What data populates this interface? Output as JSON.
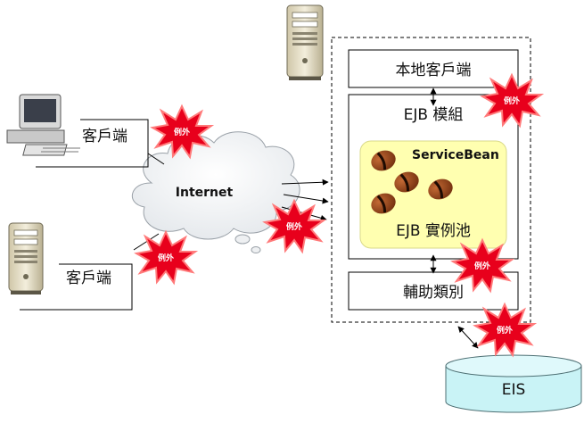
{
  "labels": {
    "local_client": "本地客戶端",
    "ejb_module": "EJB 模組",
    "service_bean": "ServiceBean",
    "ejb_pool": "EJB 實例池",
    "helper_class": "輔助類別",
    "eis": "EIS",
    "client_top": "客戶端",
    "client_bottom": "客戶端",
    "internet": "Internet"
  },
  "exception_label": "例外",
  "colors": {
    "burst": "#e8001c",
    "burst_outline": "#ff6a6a",
    "pool_fill": "#ffffb0",
    "eis_fill": "#c9f3f6",
    "bean": "#8b3a14"
  },
  "icons": {
    "server_top": "server-tower-icon",
    "desktop": "desktop-computer-icon",
    "server_left": "server-tower-icon",
    "cloud": "cloud-icon",
    "bean": "coffee-bean-icon",
    "burst": "explosion-burst-icon"
  }
}
